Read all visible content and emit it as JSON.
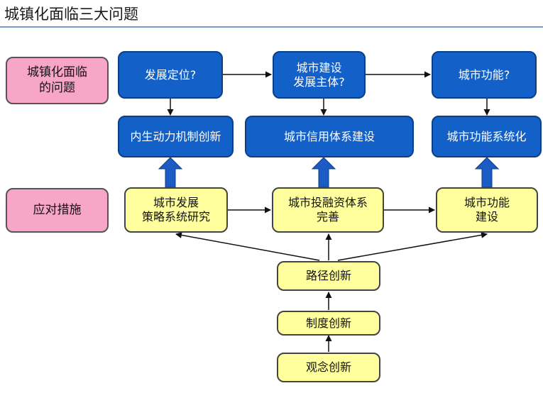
{
  "title": "城镇化面临三大问题",
  "rows": {
    "problems_label": "城镇化面临\n的问题",
    "measures_label": "应对措施"
  },
  "questions": [
    "发展定位?",
    "城市建设\n发展主体?",
    "城市功能?"
  ],
  "outcomes": [
    "内生动力机制创新",
    "城市信用体系建设",
    "城市功能系统化"
  ],
  "measures": [
    "城市发展\n策略系统研究",
    "城市投融资体系\n完善",
    "城市功能\n建设"
  ],
  "innovations": [
    "路径创新",
    "制度创新",
    "观念创新"
  ],
  "colors": {
    "label_fill": "#f7a5c8",
    "question_fill": "#1360c8",
    "measure_fill": "#ffff9d",
    "up_arrow_fill": "#1a5bc4"
  }
}
